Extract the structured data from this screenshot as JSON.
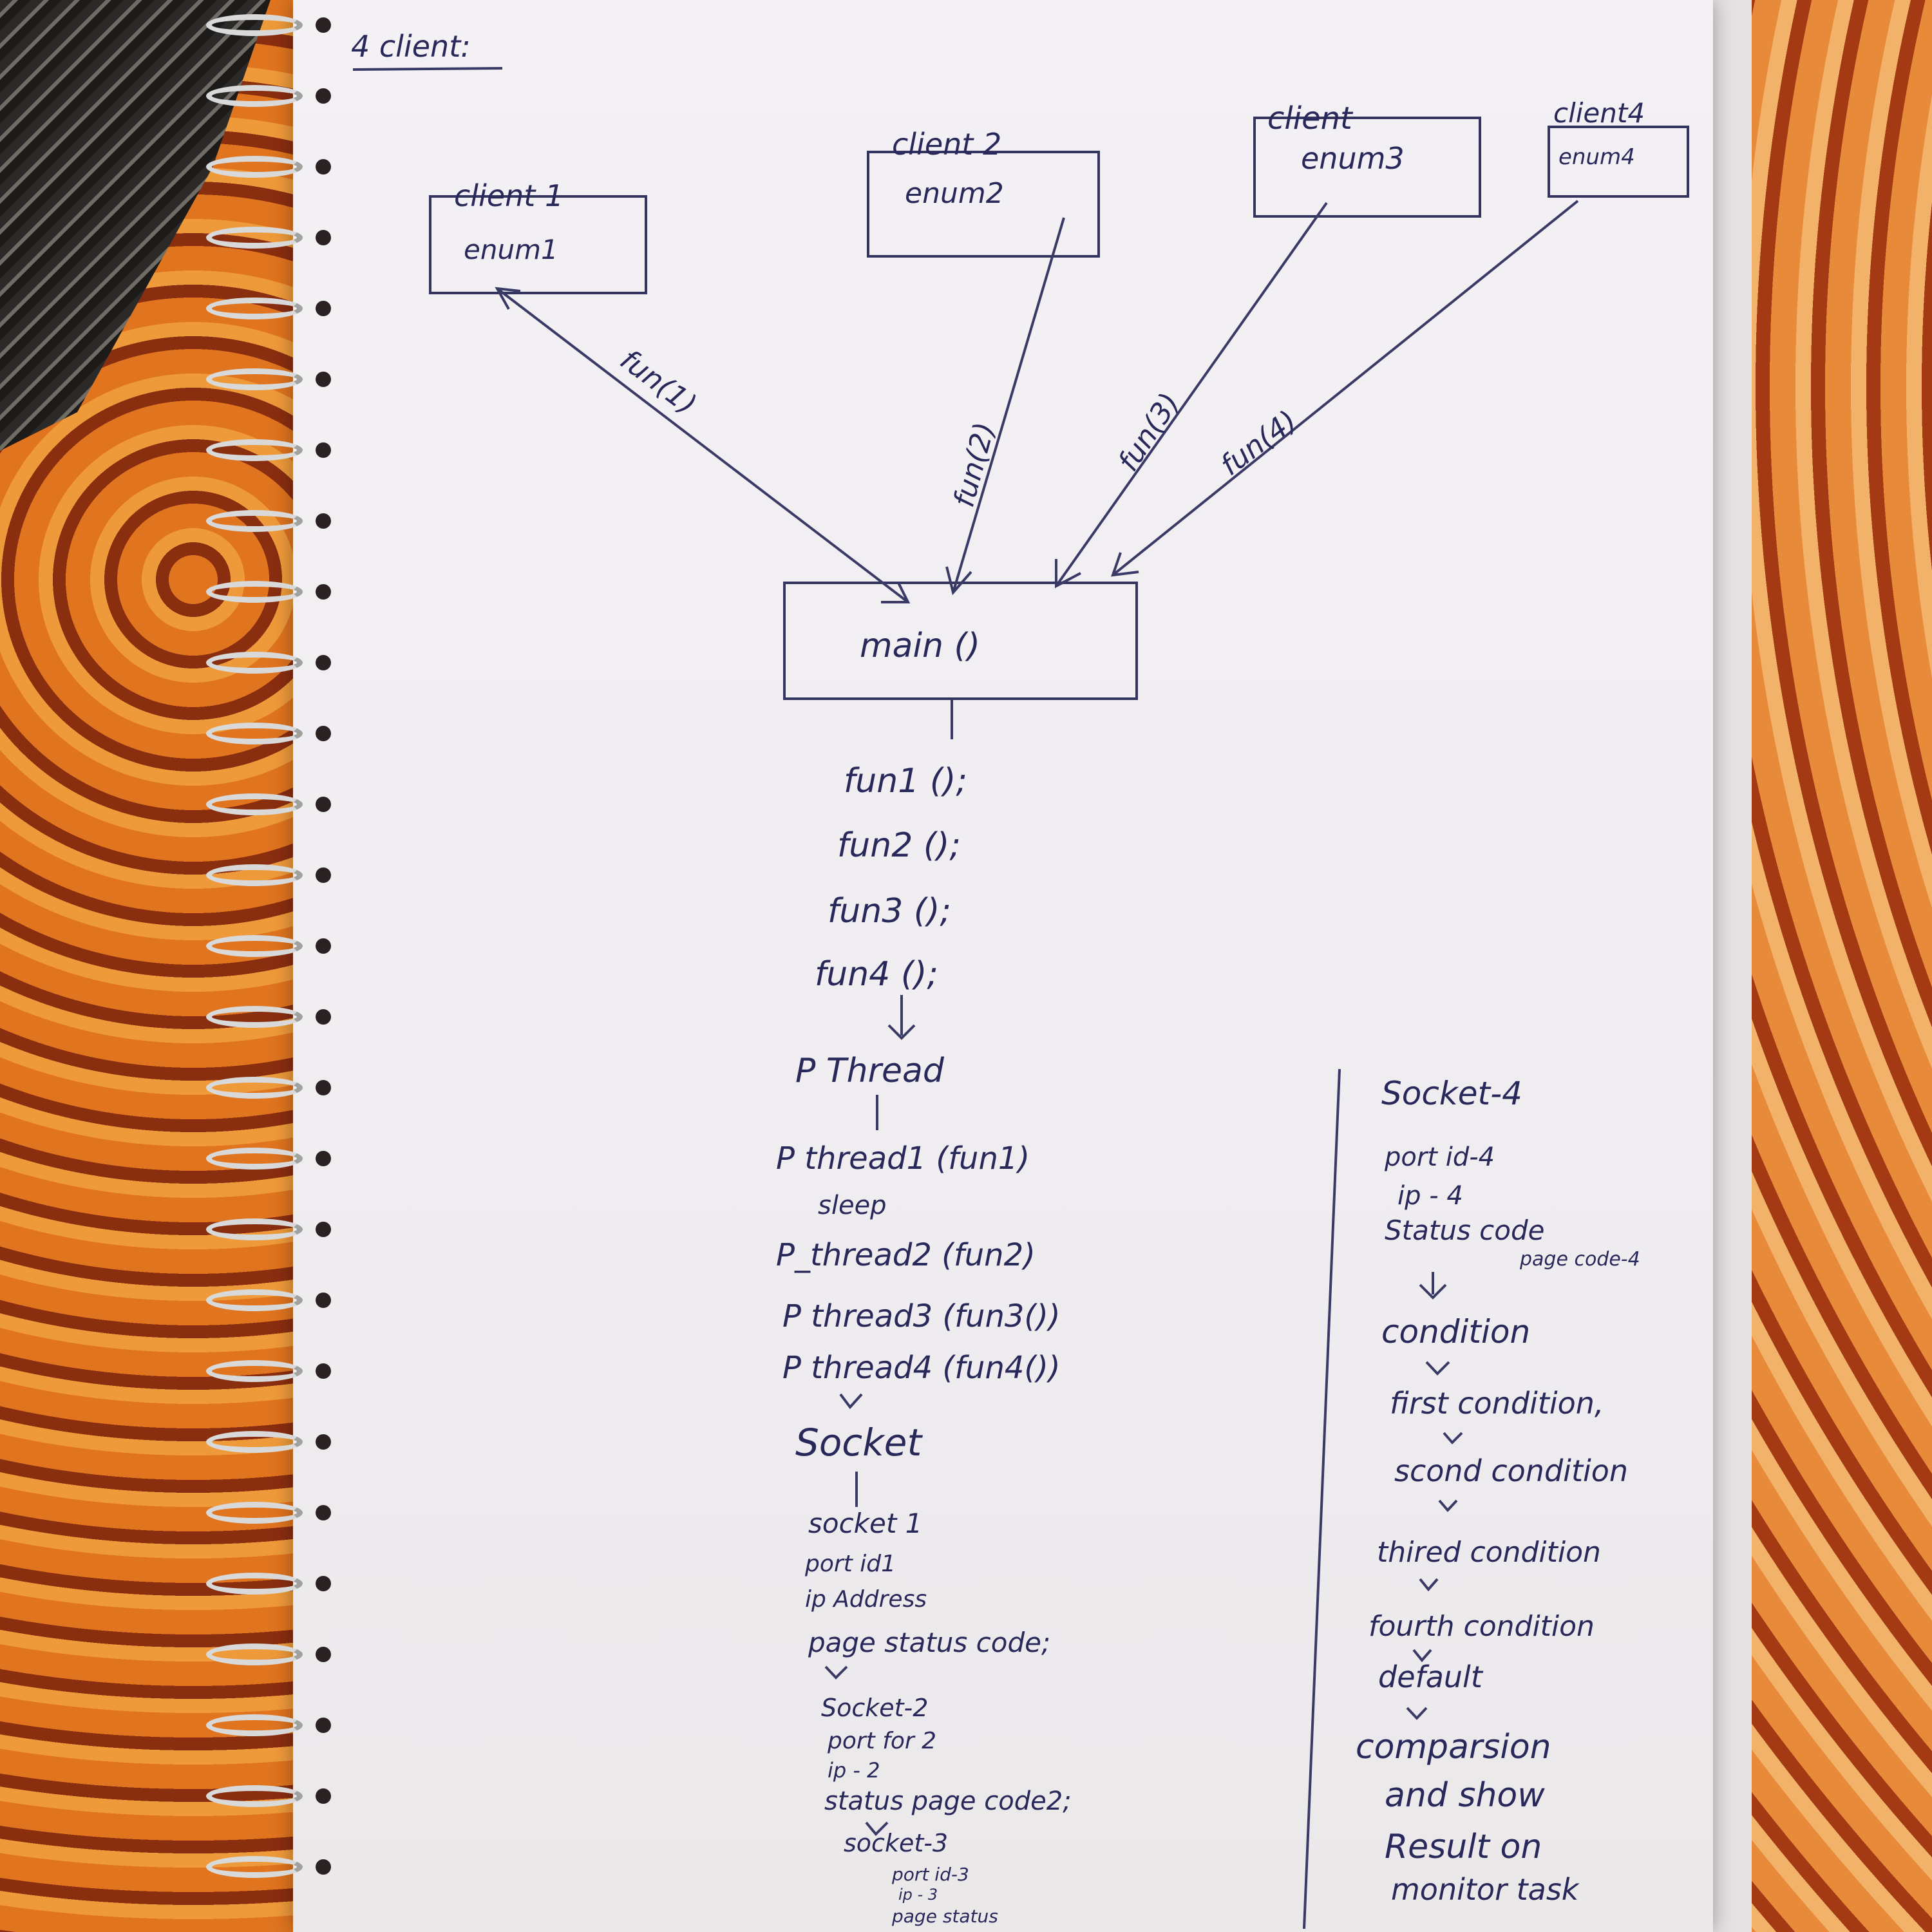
{
  "title": "4 client:",
  "clients": [
    {
      "name": "client 1",
      "box": "enum1",
      "arrow": "fun(1)"
    },
    {
      "name": "client 2",
      "box": "enum2",
      "arrow": "fun(2)"
    },
    {
      "name": "client",
      "box": "enum3",
      "arrow": "fun(3)"
    },
    {
      "name": "client4",
      "box": "enum4",
      "arrow": "fun(4)"
    }
  ],
  "main_box": "main ()",
  "fun_calls": [
    "fun1 ();",
    "fun2 ();",
    "fun3 ();",
    "fun4 ();"
  ],
  "thread_header": "P Thread",
  "thread_calls": [
    "P thread1 (fun1)",
    "sleep",
    "P_thread2 (fun2)",
    "P thread3 (fun3())",
    "P thread4 (fun4())"
  ],
  "socket_header": "Socket",
  "socket1": [
    "socket 1",
    "port id1",
    "ip Address",
    "page status code;"
  ],
  "socket2": [
    "Socket-2",
    "port for 2",
    "ip - 2",
    "status page code2;"
  ],
  "socket3": [
    "socket-3",
    "port id-3",
    "ip - 3",
    "page status"
  ],
  "socket4": [
    "Socket-4",
    "port id-4",
    "ip - 4",
    "Status code",
    "page code-4"
  ],
  "conditions": [
    "condition",
    "first condition,",
    "scond condition",
    "thired condition",
    "fourth condition",
    "default",
    "comparsion",
    "and show",
    "Result on",
    "monitor task"
  ]
}
